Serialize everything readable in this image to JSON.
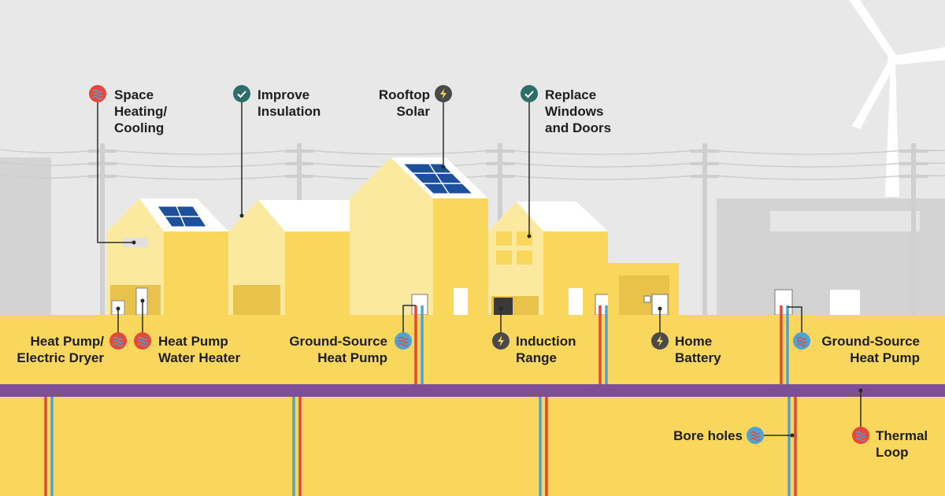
{
  "labels": {
    "space_heating": [
      "Space",
      "Heating/",
      "Cooling"
    ],
    "improve_insulation": [
      "Improve",
      "Insulation"
    ],
    "rooftop_solar": [
      "Rooftop",
      "Solar"
    ],
    "replace_windows": [
      "Replace",
      "Windows",
      "and Doors"
    ],
    "heat_pump_dryer": [
      "Heat Pump/",
      "Electric Dryer"
    ],
    "heat_pump_water_heater": [
      "Heat Pump",
      "Water Heater"
    ],
    "ground_source_1": [
      "Ground-Source",
      "Heat Pump"
    ],
    "induction_range": [
      "Induction",
      "Range"
    ],
    "home_battery": [
      "Home",
      "Battery"
    ],
    "ground_source_2": [
      "Ground-Source",
      "Heat Pump"
    ],
    "bore_holes": [
      "Bore holes"
    ],
    "thermal_loop": [
      "Thermal",
      "Loop"
    ]
  },
  "icons": {
    "heat": "heat-wave-icon",
    "check": "checkmark-icon",
    "bolt": "lightning-bolt-icon"
  },
  "colors": {
    "sky": "#e8e8e8",
    "ground": "#f8d75c",
    "house": "#f8d75c",
    "house_light": "#fce9a0",
    "thermal_loop": "#7c4f96",
    "heat_icon": "#e8473c",
    "check_icon": "#2d6e69",
    "bolt_icon": "#4a4a4a",
    "pipe_red": "#e0483a",
    "pipe_blue": "#4fa3d4",
    "solar_panel": "#1c4f9c"
  }
}
